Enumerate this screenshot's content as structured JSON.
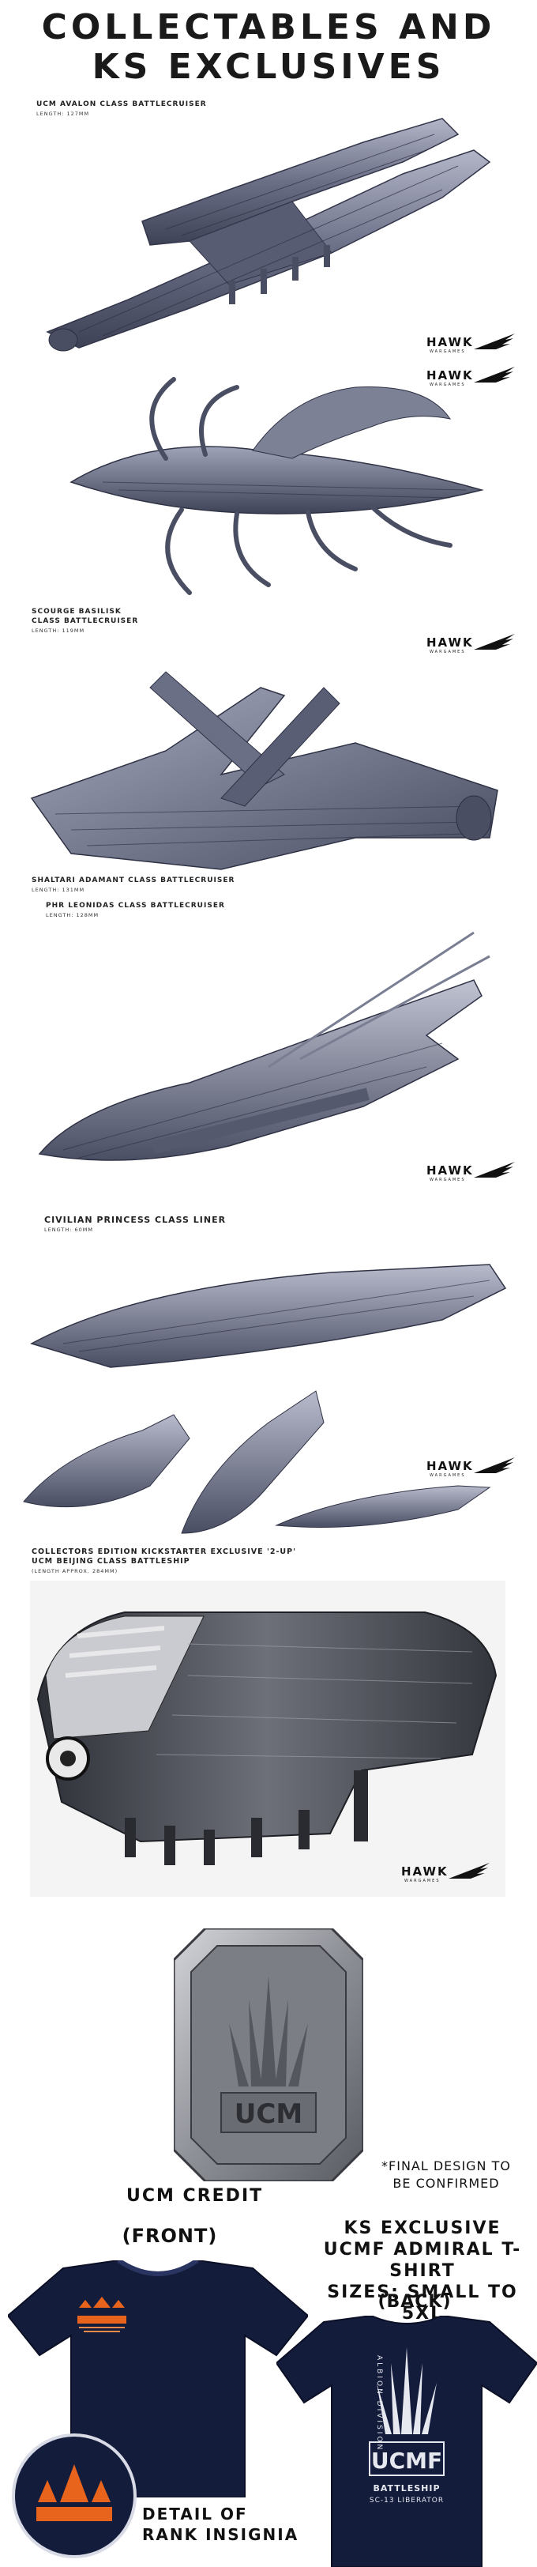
{
  "page": {
    "title_line1": "COLLECTABLES AND",
    "title_line2": "KS EXCLUSIVES"
  },
  "brand": {
    "logo_text": "HAWK",
    "logo_sub": "WARGAMES"
  },
  "ships": [
    {
      "name": "UCM AVALON CLASS BATTLECRUISER",
      "length": "LENGTH: 127MM"
    },
    {
      "name_line1": "SCOURGE BASILISK",
      "name_line2": "CLASS BATTLECRUISER",
      "length": "LENGTH: 119MM"
    },
    {
      "name": "SHALTARI ADAMANT CLASS BATTLECRUISER",
      "length": "LENGTH: 131MM"
    },
    {
      "name": "PHR LEONIDAS CLASS BATTLECRUISER",
      "length": "LENGTH: 128MM"
    },
    {
      "name": "CIVILIAN PRINCESS CLASS LINER",
      "length": "LENGTH: 60MM"
    }
  ],
  "collectors": {
    "line1": "COLLECTORS EDITION KICKSTARTER EXCLUSIVE '2-UP'",
    "line2": "UCM BEIJING CLASS BATTLESHIP",
    "line3": "(LENGTH APPROX. 284MM)"
  },
  "credit": {
    "label": "UCM CREDIT",
    "coin_text": "UCM",
    "note_line1": "*FINAL DESIGN TO",
    "note_line2": "BE CONFIRMED"
  },
  "tshirt": {
    "heading_line1": "KS EXCLUSIVE",
    "heading_line2": "UCMF ADMIRAL T-SHIRT",
    "heading_line3": "SIZES: SMALL TO 5XL",
    "front_label": "(FRONT)",
    "back_label": "(BACK)",
    "back_logo": "UCMF",
    "back_line1": "BATTLESHIP",
    "back_line2": "SC-13 LIBERATOR",
    "back_vertical": "ALBION DIVISION",
    "insignia_line1": "DETAIL OF",
    "insignia_line2": "RANK INSIGNIA"
  },
  "colors": {
    "ship_metal": "#6b6f86",
    "ship_dark": "#4a4e63",
    "ship_light": "#a6aabd",
    "navy": "#141c3c",
    "orange": "#e8641c"
  }
}
